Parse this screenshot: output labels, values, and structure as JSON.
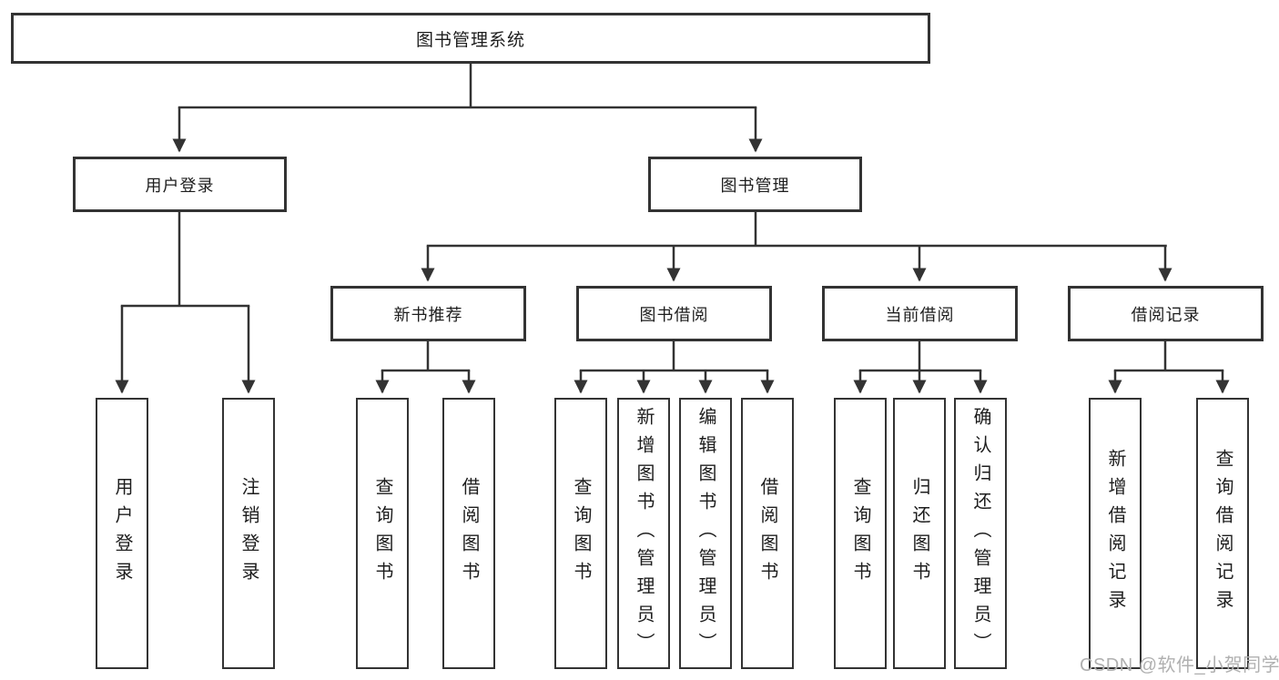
{
  "tree": {
    "root": {
      "label": "图书管理系统"
    },
    "branches": [
      {
        "label": "用户登录",
        "leaves": [
          {
            "label": "用户登录"
          },
          {
            "label": "注销登录"
          }
        ]
      },
      {
        "label": "图书管理",
        "groups": [
          {
            "label": "新书推荐",
            "leaves": [
              {
                "label": "查询图书"
              },
              {
                "label": "借阅图书"
              }
            ]
          },
          {
            "label": "图书借阅",
            "leaves": [
              {
                "label": "查询图书"
              },
              {
                "label": "新增图书（管理员）"
              },
              {
                "label": "编辑图书（管理员）"
              },
              {
                "label": "借阅图书"
              }
            ]
          },
          {
            "label": "当前借阅",
            "leaves": [
              {
                "label": "查询图书"
              },
              {
                "label": "归还图书"
              },
              {
                "label": "确认归还（管理员）"
              }
            ]
          },
          {
            "label": "借阅记录",
            "leaves": [
              {
                "label": "新增借阅记录"
              },
              {
                "label": "查询借阅记录"
              }
            ]
          }
        ]
      }
    ]
  },
  "watermark": {
    "text": "CSDN @软件_小贺同学"
  },
  "colors": {
    "line": "#333333",
    "box_border": "#333333",
    "box_fill": "#ffffff",
    "text": "#1d1d1d",
    "watermark": "#b0b0b0"
  }
}
